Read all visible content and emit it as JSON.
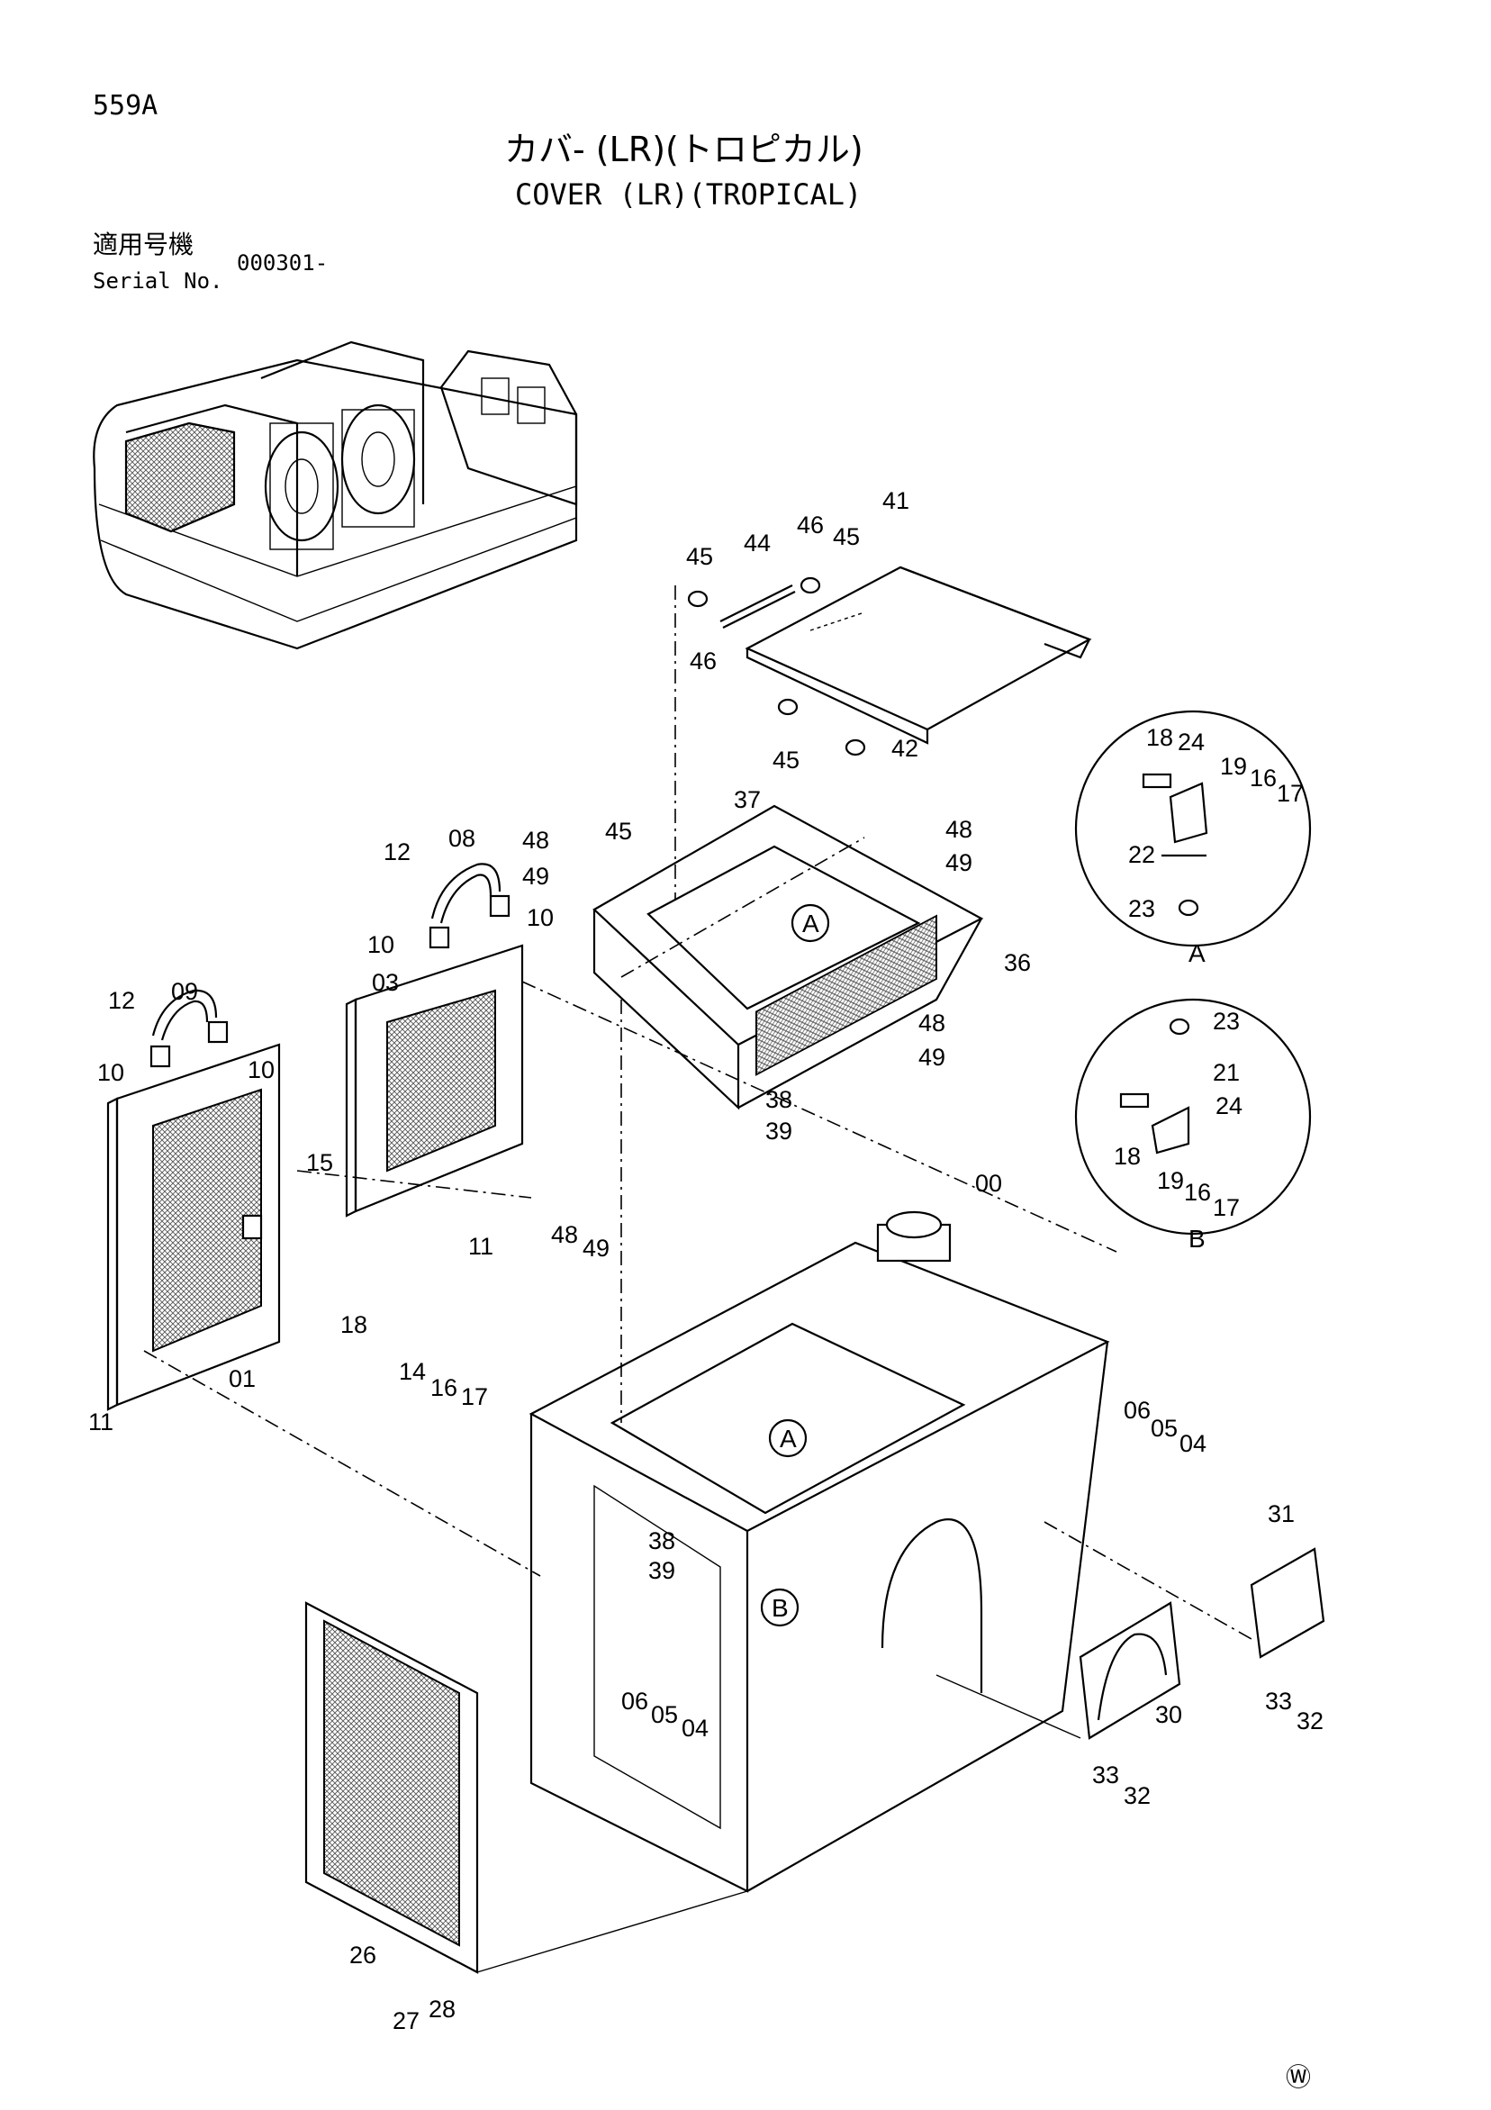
{
  "header": {
    "page_code": "559A",
    "title_ja": "カバ- (LR)(トロピカル)",
    "title_en": "COVER (LR)(TROPICAL)",
    "serial_label_ja": "適用号機",
    "serial_label_en": "Serial No.",
    "serial_value": "000301-"
  },
  "footer": {
    "mark": "Ⓦ"
  },
  "callouts": {
    "a": "A",
    "b": "B"
  },
  "parts": [
    {
      "id": "p41",
      "label": "41"
    },
    {
      "id": "p46a",
      "label": "46"
    },
    {
      "id": "p45a",
      "label": "45"
    },
    {
      "id": "p44",
      "label": "44"
    },
    {
      "id": "p45b",
      "label": "45"
    },
    {
      "id": "p46b",
      "label": "46"
    },
    {
      "id": "p45c",
      "label": "45"
    },
    {
      "id": "p42",
      "label": "42"
    },
    {
      "id": "p37",
      "label": "37"
    },
    {
      "id": "p48a",
      "label": "48"
    },
    {
      "id": "p49a",
      "label": "49"
    },
    {
      "id": "p45d",
      "label": "45"
    },
    {
      "id": "p48b",
      "label": "48"
    },
    {
      "id": "p49b",
      "label": "49"
    },
    {
      "id": "p36",
      "label": "36"
    },
    {
      "id": "p48c",
      "label": "48"
    },
    {
      "id": "p49c",
      "label": "49"
    },
    {
      "id": "p38a",
      "label": "38"
    },
    {
      "id": "p39a",
      "label": "39"
    },
    {
      "id": "p08",
      "label": "08"
    },
    {
      "id": "p12a",
      "label": "12"
    },
    {
      "id": "p10a",
      "label": "10"
    },
    {
      "id": "p10b",
      "label": "10"
    },
    {
      "id": "p03",
      "label": "03"
    },
    {
      "id": "p09",
      "label": "09"
    },
    {
      "id": "p12b",
      "label": "12"
    },
    {
      "id": "p10c",
      "label": "10"
    },
    {
      "id": "p10d",
      "label": "10"
    },
    {
      "id": "p15",
      "label": "15"
    },
    {
      "id": "p11a",
      "label": "11"
    },
    {
      "id": "p18a",
      "label": "18"
    },
    {
      "id": "p14",
      "label": "14"
    },
    {
      "id": "p16a",
      "label": "16"
    },
    {
      "id": "p17a",
      "label": "17"
    },
    {
      "id": "p01",
      "label": "01"
    },
    {
      "id": "p11b",
      "label": "11"
    },
    {
      "id": "p48d",
      "label": "48"
    },
    {
      "id": "p49d",
      "label": "49"
    },
    {
      "id": "p00",
      "label": "00"
    },
    {
      "id": "p06a",
      "label": "06"
    },
    {
      "id": "p05a",
      "label": "05"
    },
    {
      "id": "p04a",
      "label": "04"
    },
    {
      "id": "p31",
      "label": "31"
    },
    {
      "id": "p38b",
      "label": "38"
    },
    {
      "id": "p39b",
      "label": "39"
    },
    {
      "id": "p06b",
      "label": "06"
    },
    {
      "id": "p05b",
      "label": "05"
    },
    {
      "id": "p04b",
      "label": "04"
    },
    {
      "id": "p30",
      "label": "30"
    },
    {
      "id": "p33a",
      "label": "33"
    },
    {
      "id": "p32a",
      "label": "32"
    },
    {
      "id": "p33b",
      "label": "33"
    },
    {
      "id": "p32b",
      "label": "32"
    },
    {
      "id": "p26",
      "label": "26"
    },
    {
      "id": "p27",
      "label": "27"
    },
    {
      "id": "p28",
      "label": "28"
    },
    {
      "id": "pA18",
      "label": "18"
    },
    {
      "id": "pA24",
      "label": "24"
    },
    {
      "id": "pA19",
      "label": "19"
    },
    {
      "id": "pA16",
      "label": "16"
    },
    {
      "id": "pA17",
      "label": "17"
    },
    {
      "id": "pA22",
      "label": "22"
    },
    {
      "id": "pA23",
      "label": "23"
    },
    {
      "id": "pB23",
      "label": "23"
    },
    {
      "id": "pB21",
      "label": "21"
    },
    {
      "id": "pB24",
      "label": "24"
    },
    {
      "id": "pB18",
      "label": "18"
    },
    {
      "id": "pB19",
      "label": "19"
    },
    {
      "id": "pB16",
      "label": "16"
    },
    {
      "id": "pB17",
      "label": "17"
    }
  ]
}
